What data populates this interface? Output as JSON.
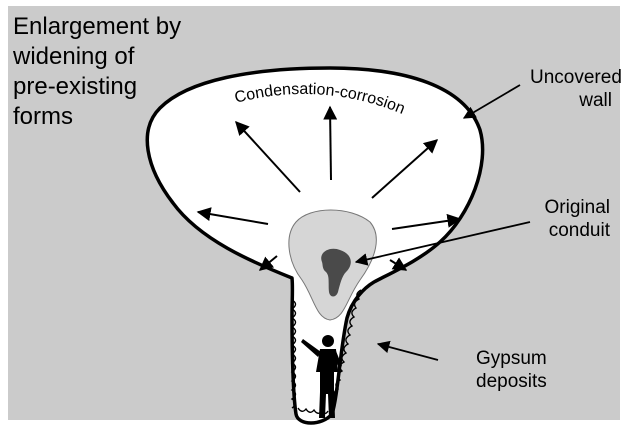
{
  "colors": {
    "background": "#cbcbcb",
    "cave_fill": "#ffffff",
    "outline": "#000000",
    "original_zone": "#d6d6d6",
    "original_zone_edge": "#777777",
    "conduit": "#4a4a4a"
  },
  "labels": {
    "title": "Enlargement by\nwidening of\npre-existing\nforms",
    "condensation": "Condensation-corrosion",
    "uncovered_wall": "Uncovered\nwall",
    "original_conduit": "Original\nconduit",
    "gypsum_deposits": "Gypsum\ndeposits"
  },
  "icons": {
    "person": "human-silhouette-pointing-icon"
  }
}
